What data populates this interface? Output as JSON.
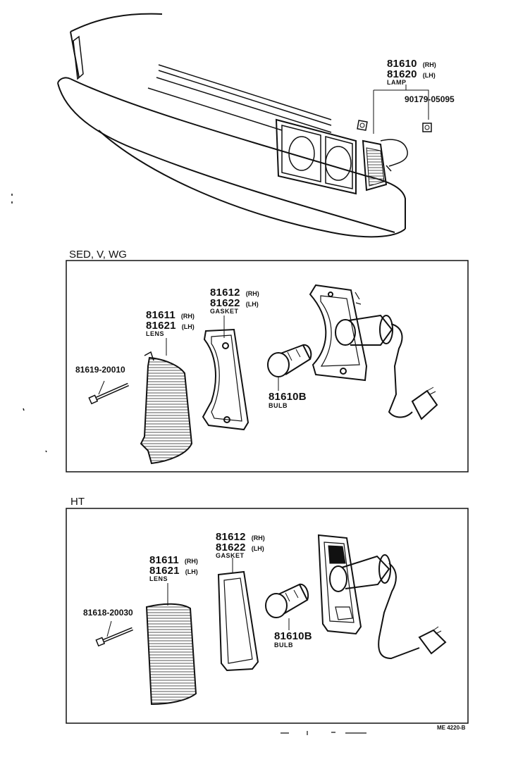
{
  "top": {
    "lamp": {
      "rh_no": "81610",
      "rh_tag": "(RH)",
      "lh_no": "81620",
      "lh_tag": "(LH)",
      "name": "LAMP"
    },
    "nut_part": "90179-05095"
  },
  "sedan_section": {
    "title": "SED, V, WG",
    "gasket": {
      "rh_no": "81612",
      "rh_tag": "(RH)",
      "lh_no": "81622",
      "lh_tag": "(LH)",
      "name": "GASKET"
    },
    "lens": {
      "rh_no": "81611",
      "rh_tag": "(RH)",
      "lh_no": "81621",
      "lh_tag": "(LH)",
      "name": "LENS"
    },
    "screw_part": "81619-20010",
    "bulb": {
      "no": "81610B",
      "name": "BULB"
    }
  },
  "ht_section": {
    "title": "HT",
    "gasket": {
      "rh_no": "81612",
      "rh_tag": "(RH)",
      "lh_no": "81622",
      "lh_tag": "(LH)",
      "name": "GASKET"
    },
    "lens": {
      "rh_no": "81611",
      "rh_tag": "(RH)",
      "lh_no": "81621",
      "lh_tag": "(LH)",
      "name": "LENS"
    },
    "screw_part": "81618-20030",
    "bulb": {
      "no": "81610B",
      "name": "BULB"
    }
  },
  "figure_ref": "ME 4220-B"
}
